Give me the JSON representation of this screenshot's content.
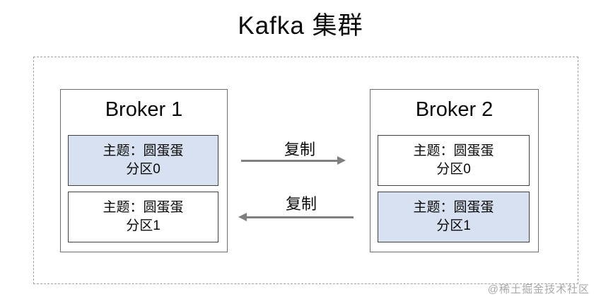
{
  "title": "Kafka 集群",
  "brokers": [
    {
      "name": "Broker 1",
      "partitions": [
        {
          "topic": "主题：圆蛋蛋",
          "partition": "分区0",
          "highlighted": true
        },
        {
          "topic": "主题：圆蛋蛋",
          "partition": "分区1",
          "highlighted": false
        }
      ]
    },
    {
      "name": "Broker 2",
      "partitions": [
        {
          "topic": "主题：圆蛋蛋",
          "partition": "分区0",
          "highlighted": false
        },
        {
          "topic": "主题：圆蛋蛋",
          "partition": "分区1",
          "highlighted": true
        }
      ]
    }
  ],
  "arrows": [
    {
      "label": "复制",
      "direction": "right"
    },
    {
      "label": "复制",
      "direction": "left"
    }
  ],
  "watermark": "@稀土掘金技术社区",
  "colors": {
    "highlight": "#d8e1f1",
    "broker-border": "#6e6e6e",
    "partition-border": "#404040",
    "arrow": "#7f7f7f",
    "cluster-border": "#a0a0a0",
    "text": "#0a0a0a",
    "watermark": "#a9a9a9"
  }
}
